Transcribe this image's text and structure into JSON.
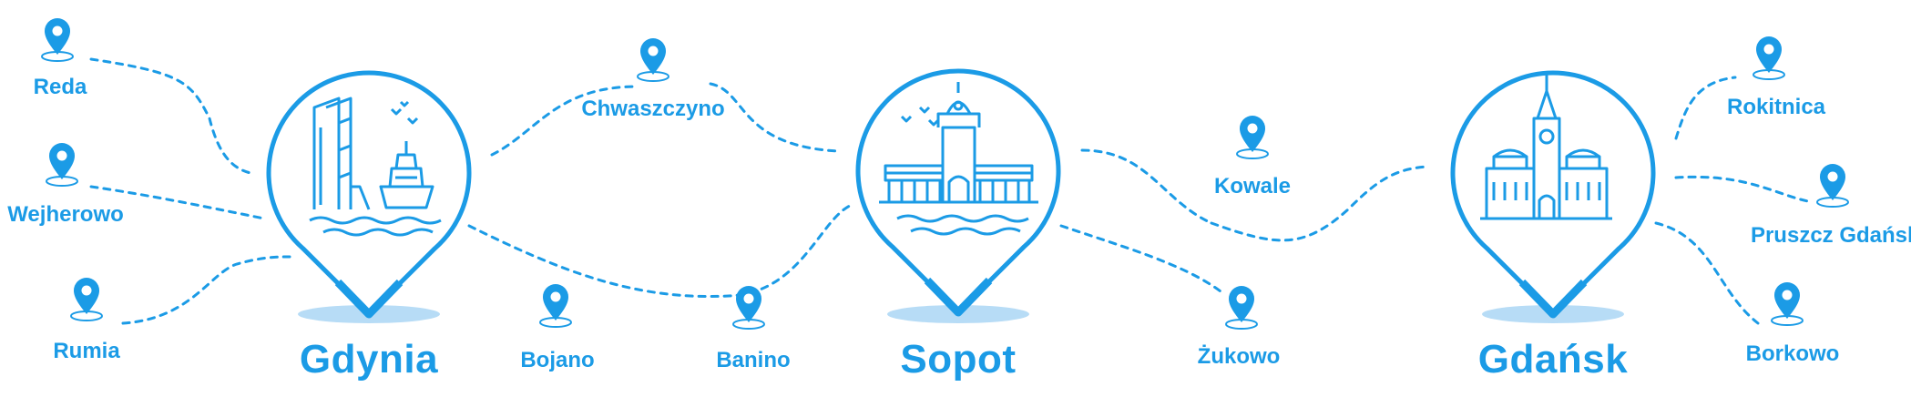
{
  "colors": {
    "primary": "#1b9be6",
    "shadow": "#b7dcf6"
  },
  "cities": [
    {
      "name": "Gdynia",
      "icon": "gdynia-sea-towers-ship-icon"
    },
    {
      "name": "Sopot",
      "icon": "sopot-pier-lighthouse-icon"
    },
    {
      "name": "Gdańsk",
      "icon": "gdansk-town-hall-icon"
    }
  ],
  "towns": [
    {
      "name": "Reda"
    },
    {
      "name": "Wejherowo"
    },
    {
      "name": "Rumia"
    },
    {
      "name": "Chwaszczyno"
    },
    {
      "name": "Bojano"
    },
    {
      "name": "Banino"
    },
    {
      "name": "Kowale"
    },
    {
      "name": "Żukowo"
    },
    {
      "name": "Rokitnica"
    },
    {
      "name": "Pruszcz Gdański"
    },
    {
      "name": "Borkowo"
    }
  ]
}
